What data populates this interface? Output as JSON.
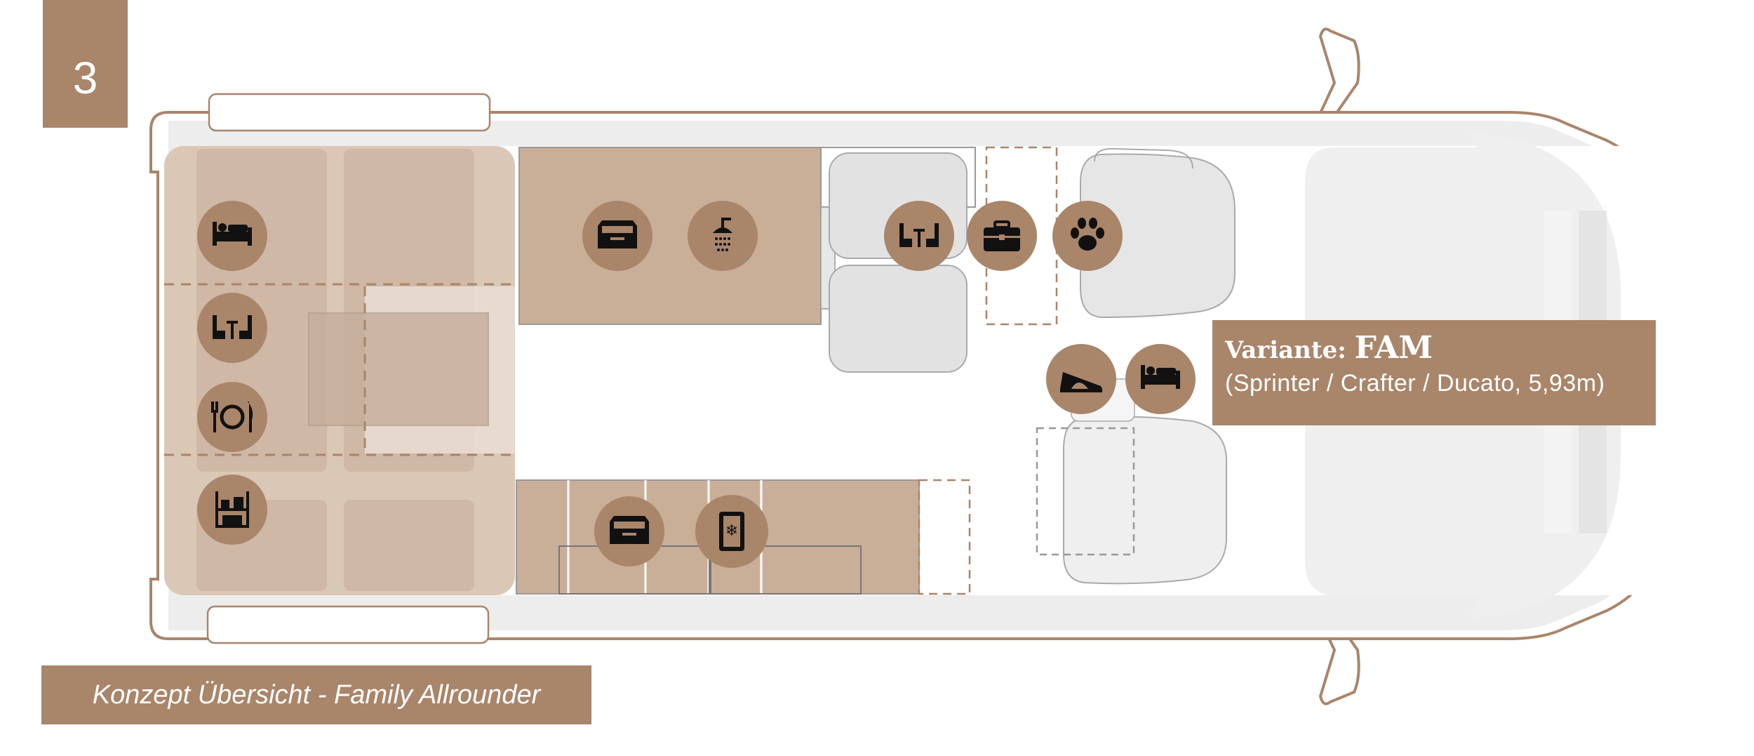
{
  "page_number": "3",
  "caption": "Konzept Übersicht - Family Allrounder",
  "variant": {
    "label": "Variante:",
    "name": "FAM",
    "spec": "(Sprinter / Crafter / Ducato, 5,93m)"
  },
  "colors": {
    "brand": "#a9856a",
    "zone_fill": "#c9ae98",
    "van_outline": "#a9856a",
    "floor": "#ececec",
    "icon_ink": "#111111"
  },
  "icons": {
    "rear_left_column": [
      "bed-icon",
      "dinette-icon",
      "dining-icon",
      "shelf-icon"
    ],
    "upper_module": [
      "drawer-icon",
      "shower-icon"
    ],
    "lower_module": [
      "drawer-icon",
      "fridge-icon"
    ],
    "front_row": [
      "dinette-icon",
      "briefcase-icon",
      "paw-icon"
    ],
    "center_right": [
      "pop-top-roof-icon",
      "bed-icon"
    ]
  }
}
